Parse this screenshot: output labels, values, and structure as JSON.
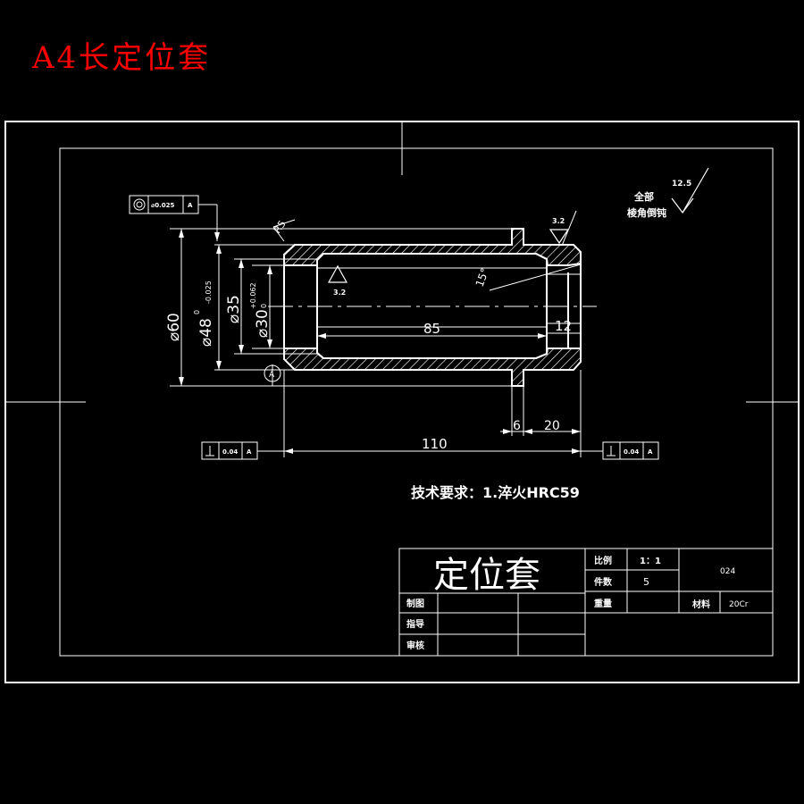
{
  "heading": "A4长定位套",
  "colors": {
    "heading": "#ff0000",
    "line": "#ffffff",
    "hatch": "#ffffff",
    "background": "#000000"
  },
  "dimensions": {
    "d60": "⌀60",
    "d48": "⌀48",
    "d48_tol_upper": "0",
    "d48_tol_lower": "-0.025",
    "d35": "⌀35",
    "d35_tol": "+0.062",
    "d30": "⌀30",
    "d30_tol": "0",
    "len85": "85",
    "len12": "12",
    "len110": "110",
    "len6": "6",
    "len20": "20",
    "chamfer": "R5",
    "angle": "15°"
  },
  "roughness": {
    "r1": "3.2",
    "r2": "3.2",
    "r3": "12.5"
  },
  "tolerance_frames": {
    "top_value": "⌀0.025",
    "top_datum": "A",
    "left_value": "0.04",
    "left_datum": "A",
    "right_value": "0.04",
    "right_datum": "A"
  },
  "datum_label": "A",
  "edge_note": {
    "line1": "全部",
    "line2": "棱角倒钝"
  },
  "tech_requirements": "技术要求：1.淬火HRC59",
  "title_block": {
    "name": "定位套",
    "scale_label": "比例",
    "scale_value": "1：1",
    "count_label": "件数",
    "count_value": "5",
    "code": "024",
    "weight_label": "重量",
    "material_label": "材料",
    "material_value": "20Cr",
    "draw_label": "制图",
    "guide_label": "指导",
    "review_label": "审核"
  }
}
